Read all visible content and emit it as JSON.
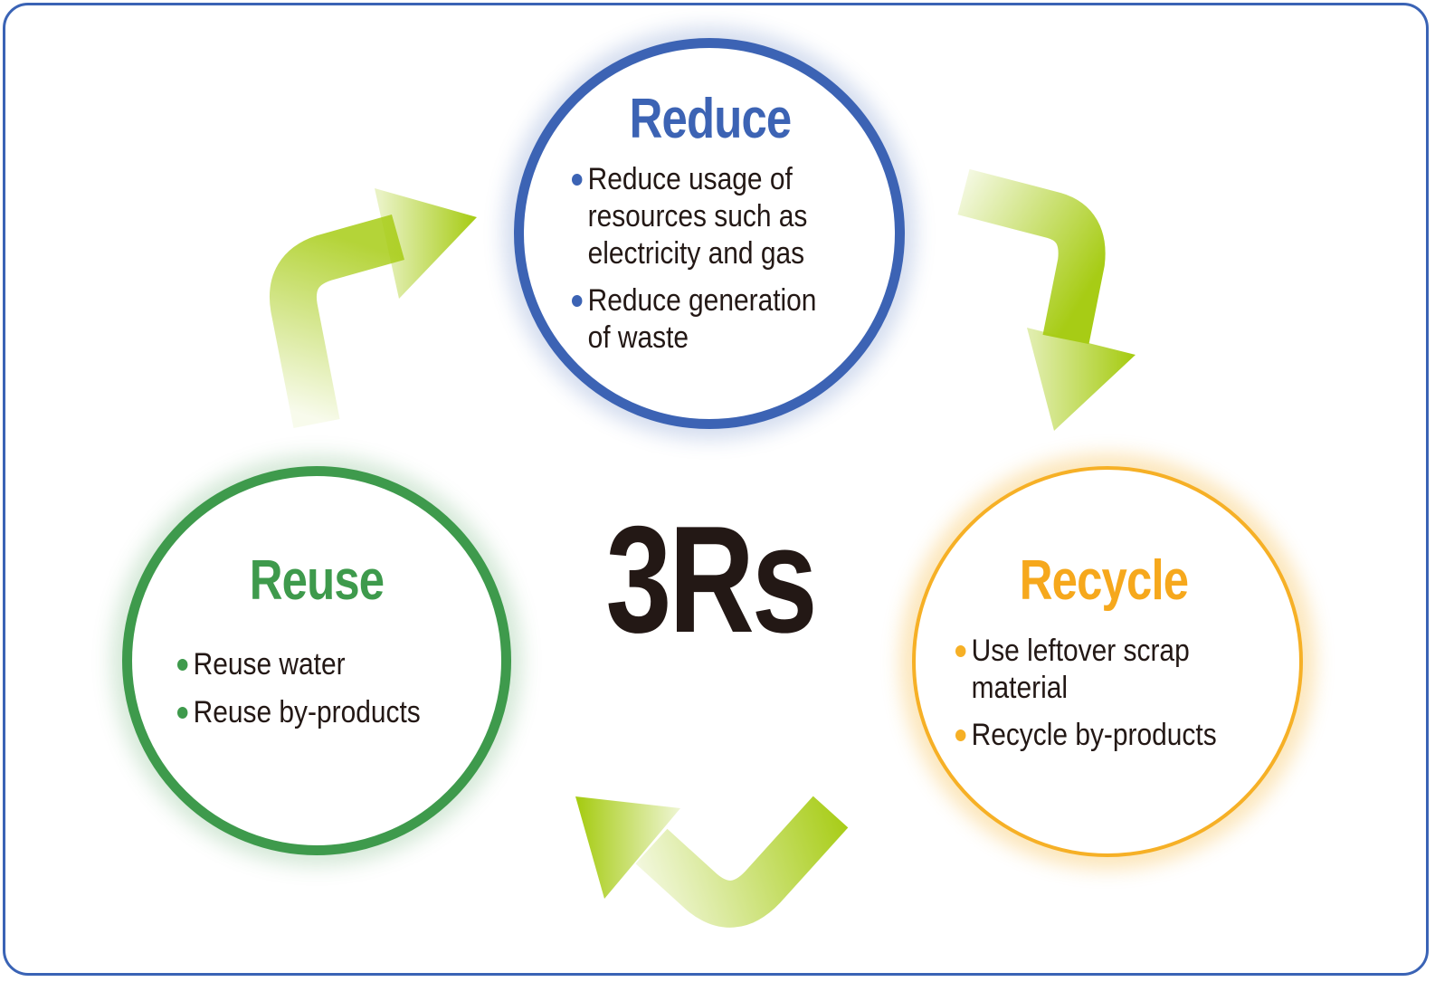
{
  "center": {
    "label": "3Rs"
  },
  "reduce": {
    "title": "Reduce",
    "items": [
      {
        "lines": [
          "Reduce usage of",
          "resources such as",
          "electricity and gas"
        ]
      },
      {
        "lines": [
          "Reduce generation",
          "of waste"
        ]
      }
    ]
  },
  "reuse": {
    "title": "Reuse",
    "items": [
      {
        "lines": [
          "Reuse water"
        ]
      },
      {
        "lines": [
          "Reuse by-products"
        ]
      }
    ]
  },
  "recycle": {
    "title": "Recycle",
    "items": [
      {
        "lines": [
          "Use leftover scrap",
          "material"
        ]
      },
      {
        "lines": [
          "Recycle by-products"
        ]
      }
    ]
  },
  "colors": {
    "reduce": "#3c63b4",
    "reuse": "#3e9a4c",
    "recycle": "#f6b026",
    "arrow": "#a7cc15",
    "frame": "#3a63b5",
    "text": "#231815"
  },
  "icons": [
    "curved-arrow-icon"
  ]
}
